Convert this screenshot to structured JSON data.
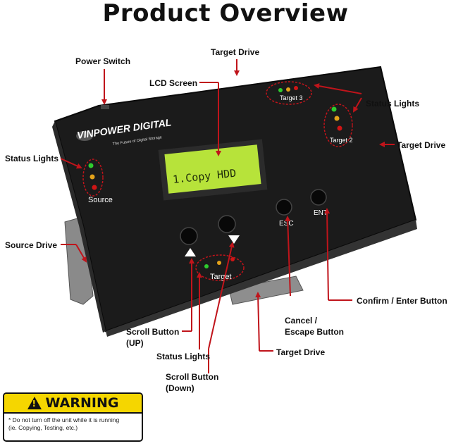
{
  "title": "Product Overview",
  "device": {
    "brand": "VINPOWER DIGITAL",
    "tagline": "The Future of Digital Storage",
    "lcd_text": "1.Copy HDD",
    "source_label": "Source",
    "target_label": "Target",
    "target2_label": "Target 2",
    "target3_label": "Target 3",
    "esc_label": "ESC",
    "ent_label": "ENT"
  },
  "callouts": {
    "power_switch": "Power Switch",
    "target_drive_top": "Target Drive",
    "lcd_screen": "LCD Screen",
    "status_lights_right": "Status Lights",
    "target_drive_right": "Target Drive",
    "status_lights_left": "Status Lights",
    "source_drive": "Source Drive",
    "confirm_enter": "Confirm / Enter Button",
    "cancel_line1": "Cancel /",
    "cancel_line2": "Escape Button",
    "scroll_up_line1": "Scroll Button",
    "scroll_up_line2": "(UP)",
    "status_lights_bottom": "Status Lights",
    "target_drive_bottom": "Target Drive",
    "scroll_down_line1": "Scroll Button",
    "scroll_down_line2": "(Down)"
  },
  "warning": {
    "title": "WARNING",
    "line1": "* Do not turn off the unit while it is running",
    "line2": "(ie. Copying, Testing, etc.)"
  },
  "colors": {
    "arrow": "#c0141b",
    "device_body": "#1b1b1b",
    "lcd": "#b7e33a",
    "warning_yellow": "#f5d600"
  }
}
